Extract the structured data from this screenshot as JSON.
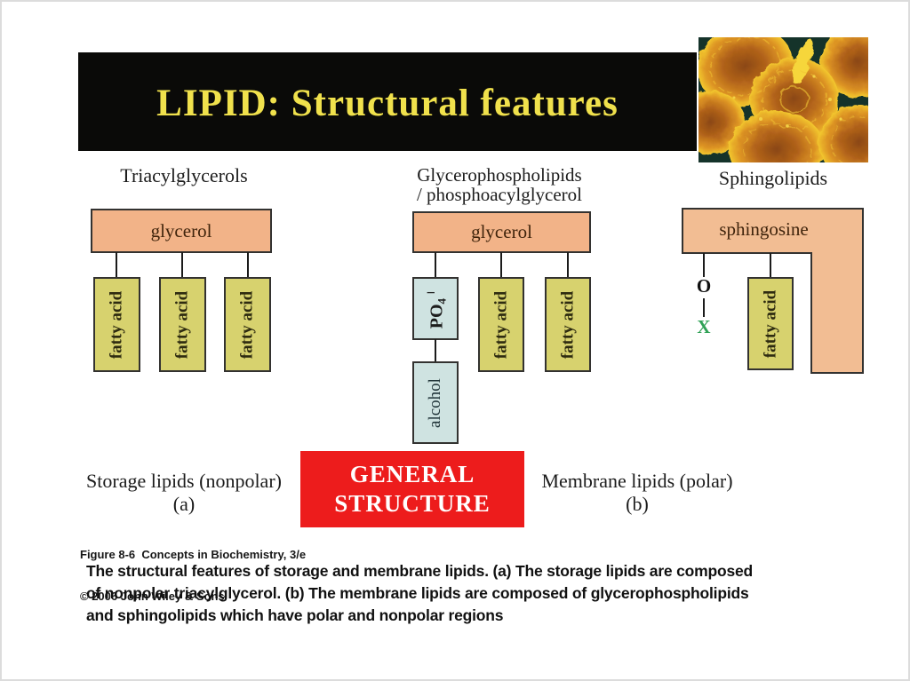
{
  "title": "LIPID: Structural features",
  "columns": {
    "triacylglycerols": "Triacylglycerols",
    "glycerophospholipids_line1": "Glycerophospholipids",
    "glycerophospholipids_line2": "/ phosphoacylglycerol",
    "sphingolipids": "Sphingolipids"
  },
  "diagram": {
    "glycerol": "glycerol",
    "sphingosine": "sphingosine",
    "fatty_acid": "fatty acid",
    "alcohol": "alcohol",
    "po4_base": "PO",
    "po4_subscript": "4",
    "po4_charge": "−",
    "oxygen_label": "O",
    "x_group_label": "X"
  },
  "general_structure": {
    "line1": "GENERAL",
    "line2": "STRUCTURE"
  },
  "annotations": {
    "storage": "Storage lipids (nonpolar)",
    "storage_sub": "(a)",
    "membrane": "Membrane lipids (polar)",
    "membrane_sub": "(b)"
  },
  "credit": {
    "line1": "Figure 8-6  Concepts in Biochemistry, 3/e",
    "line2": "© 2006 John Wiley & Sons"
  },
  "caption": {
    "line1": "The structural features of storage and membrane lipids. (a) The storage lipids are composed",
    "line2": "of nonpolar triacylglycerol. (b) The membrane lipids are composed of glycerophospholipids",
    "line3": "and sphingolipids which have polar and nonpolar regions"
  },
  "colors": {
    "title_text": "#f0e14c",
    "title_bg": "#0a0a08",
    "glycerol_fill": "#f2b388",
    "fatty_acid_fill": "#d7d26e",
    "phosphate_fill": "#cfe3e1",
    "general_structure_fill": "#ed1c1c",
    "x_group_green": "#2fa155"
  }
}
